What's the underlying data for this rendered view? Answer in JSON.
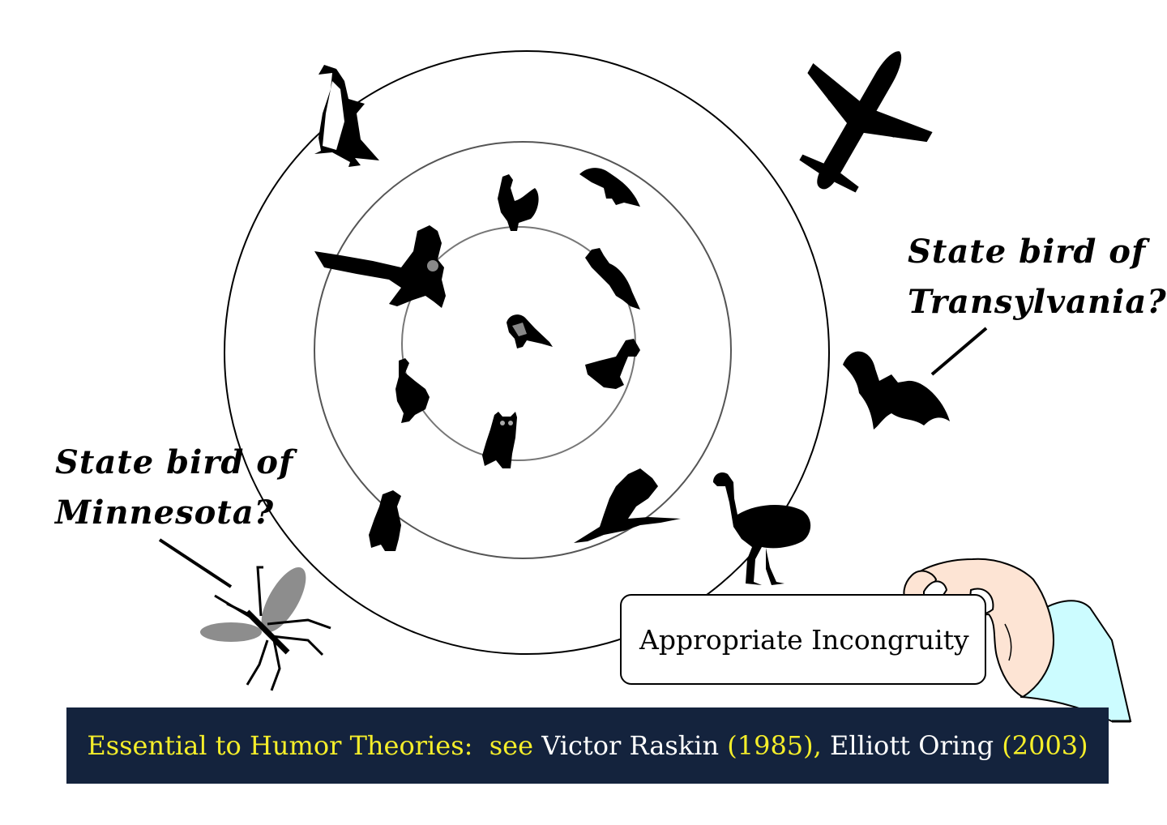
{
  "callouts": {
    "transylvania": [
      "State bird of",
      "Transylvania?"
    ],
    "minnesota": [
      "State bird of",
      "Minnesota?"
    ]
  },
  "label_card": {
    "text": "Appropriate Incongruity"
  },
  "footer": {
    "lead": "Essential to Humor Theories:  see",
    "author1": "Victor Raskin",
    "year1": "(1985),",
    "author2": "Elliott Oring",
    "year2": "(2003)"
  },
  "icons": [
    "penguin-icon",
    "airplane-icon",
    "bat-icon",
    "mosquito-icon",
    "chicken-icon",
    "crow-icon",
    "eagle-icon",
    "parrot-icon",
    "robin-icon",
    "duck-icon",
    "pelican-icon",
    "owl-icon",
    "vulture-icon",
    "heron-icon",
    "ostrich-icon",
    "hand-icon"
  ],
  "colors": {
    "footer_bg": "#14233d",
    "footer_highlight": "#f5ee2a",
    "footer_text": "#ffffff",
    "sleeve": "#ccfcff",
    "hand_skin": "#fde4d4"
  }
}
